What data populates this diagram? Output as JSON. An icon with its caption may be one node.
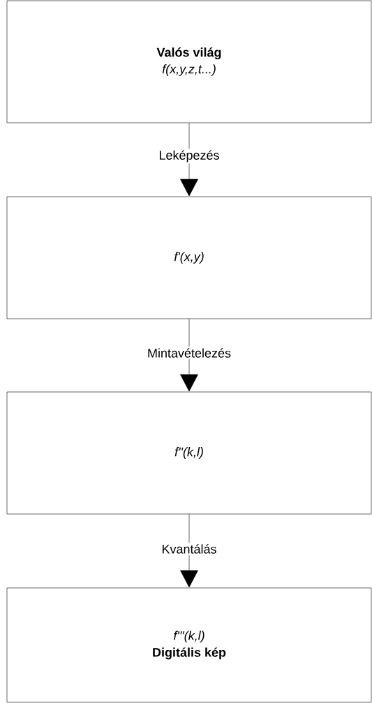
{
  "diagram": {
    "nodes": [
      {
        "text": [
          "Valós világ",
          "f(x,y,z,t...)"
        ]
      },
      {
        "text": [
          "f'(x,y)"
        ]
      },
      {
        "text": [
          "f''(k,l)"
        ]
      },
      {
        "text": [
          "f'''(k,l)",
          "Digitális kép"
        ]
      }
    ],
    "edges": [
      {
        "from": 0,
        "to": 1,
        "arrow": "to",
        "label": "Leképezés"
      },
      {
        "from": 1,
        "to": 2,
        "arrow": "to",
        "label": "Mintavételezés"
      },
      {
        "from": 2,
        "to": 3,
        "arrow": "to",
        "label": "Kvantálás"
      }
    ]
  }
}
